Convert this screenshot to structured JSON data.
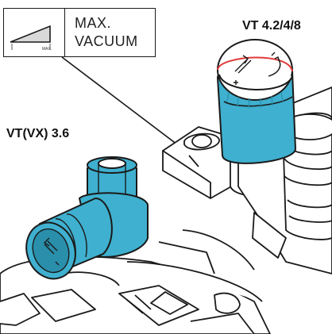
{
  "legend": {
    "title_line1": "MAX.",
    "title_line2": "VACUUM",
    "icon_scale_label": "MAX."
  },
  "labels": {
    "model_right": "VT 4.2/4/8",
    "model_left": "VT(VX) 3.6"
  },
  "colors": {
    "highlight": "#3fb0cf",
    "highlight_dark": "#2a8fab",
    "outline": "#1a1a1a",
    "accent_red": "#e03a3a"
  },
  "icons": {
    "wedge": "vacuum-level-wedge-icon",
    "adjust_right": "adjust-arrows-icon",
    "adjust_left": "adjust-arrows-icon"
  }
}
